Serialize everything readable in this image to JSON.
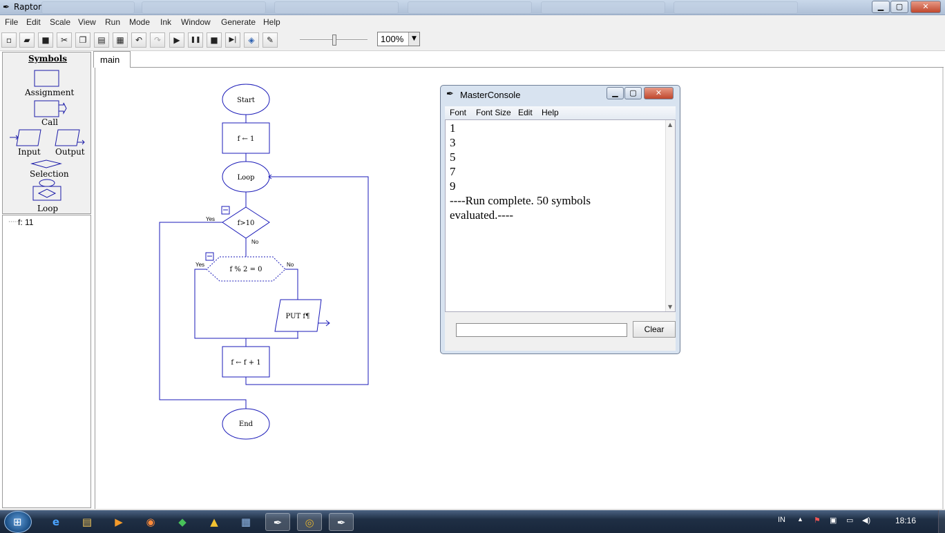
{
  "window": {
    "title": "Raptor",
    "min_glyph": "▁",
    "max_glyph": "▢",
    "close_glyph": "✕"
  },
  "menu": [
    "File",
    "Edit",
    "Scale",
    "View",
    "Run",
    "Mode",
    "Ink",
    "Window",
    "Generate",
    "Help"
  ],
  "toolbar": {
    "buttons": [
      {
        "name": "new",
        "glyph": "▫"
      },
      {
        "name": "open",
        "glyph": "▰"
      },
      {
        "name": "save",
        "glyph": "■"
      },
      {
        "name": "cut",
        "glyph": "✂"
      },
      {
        "name": "copy",
        "glyph": "❐"
      },
      {
        "name": "paste",
        "glyph": "▤"
      },
      {
        "name": "print",
        "glyph": "▦"
      },
      {
        "name": "undo",
        "glyph": "↶"
      },
      {
        "name": "redo",
        "glyph": "↷"
      },
      {
        "name": "run",
        "glyph": "▶"
      },
      {
        "name": "pause",
        "glyph": "❚❚"
      },
      {
        "name": "stop",
        "glyph": "■"
      },
      {
        "name": "step",
        "glyph": "▶|"
      },
      {
        "name": "test-server",
        "glyph": "◈"
      },
      {
        "name": "pen",
        "glyph": "✎"
      }
    ],
    "zoom_value": "100%",
    "zoom_arrow": "▼"
  },
  "symbols": {
    "header": "Symbols",
    "assignment": "Assignment",
    "call": "Call",
    "input": "Input",
    "output": "Output",
    "selection": "Selection",
    "loop": "Loop"
  },
  "watch": {
    "line": "f: 11",
    "prefix": "·····"
  },
  "tabs": {
    "main": "main"
  },
  "flowchart": {
    "start": "Start",
    "assign1": "f ← 1",
    "loop": "Loop",
    "cond": "f>10",
    "yes1": "Yes",
    "no1": "No",
    "select": "f % 2 = 0",
    "yes2": "Yes",
    "no2": "No",
    "output": "PUT f¶",
    "assign2": "f ← f  +  1",
    "end": "End"
  },
  "console": {
    "title": "MasterConsole",
    "menu": [
      "Font",
      "Font Size",
      "Edit",
      "Help"
    ],
    "lines": [
      "1",
      "3",
      "5",
      "7",
      "9",
      "----Run complete.  50 symbols",
      "evaluated.----"
    ],
    "clear_label": "Clear"
  },
  "taskbar": {
    "icons": [
      {
        "name": "ie",
        "glyph": "e"
      },
      {
        "name": "explorer",
        "glyph": "▤"
      },
      {
        "name": "media",
        "glyph": "▶"
      },
      {
        "name": "firefox",
        "glyph": "◉"
      },
      {
        "name": "green-app",
        "glyph": "◆"
      },
      {
        "name": "yellow-app",
        "glyph": "▲"
      },
      {
        "name": "tool",
        "glyph": "▦"
      },
      {
        "name": "raptor-1",
        "glyph": "✒"
      },
      {
        "name": "chrome",
        "glyph": "◎"
      },
      {
        "name": "raptor-2",
        "glyph": "✒"
      }
    ],
    "language": "IN",
    "time": "18:16"
  }
}
